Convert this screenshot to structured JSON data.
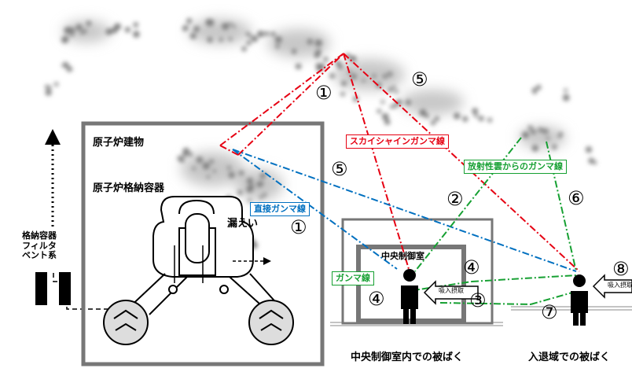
{
  "labels": {
    "reactor_building": "原子炉建物",
    "containment_vessel": "原子炉格納容器",
    "leak": "漏えい",
    "filter_vent": "格納容器\nフィルタ\nベント系",
    "central_control_room": "中央制御室",
    "inhale": "吸入摂取",
    "exposure_in_control_room": "中央制御室内での被ばく",
    "exposure_at_entry_exit": "入退域での被ばく"
  },
  "legend": {
    "skyshine": "スカイシャインガンマ線",
    "direct_gamma": "直接ガンマ線",
    "cloud_gamma": "放射性雲からのガンマ線",
    "gamma": "ガンマ線"
  },
  "markers": [
    "①",
    "②",
    "③",
    "④",
    "⑤",
    "⑥",
    "⑦",
    "⑧"
  ],
  "colors": {
    "red": "#e60012",
    "blue": "#0070c0",
    "green": "#16a032",
    "gray": "#777777"
  },
  "icons": [
    "person-icon",
    "arrow-icon",
    "reactor-vessel-icon",
    "cloud-icon"
  ]
}
